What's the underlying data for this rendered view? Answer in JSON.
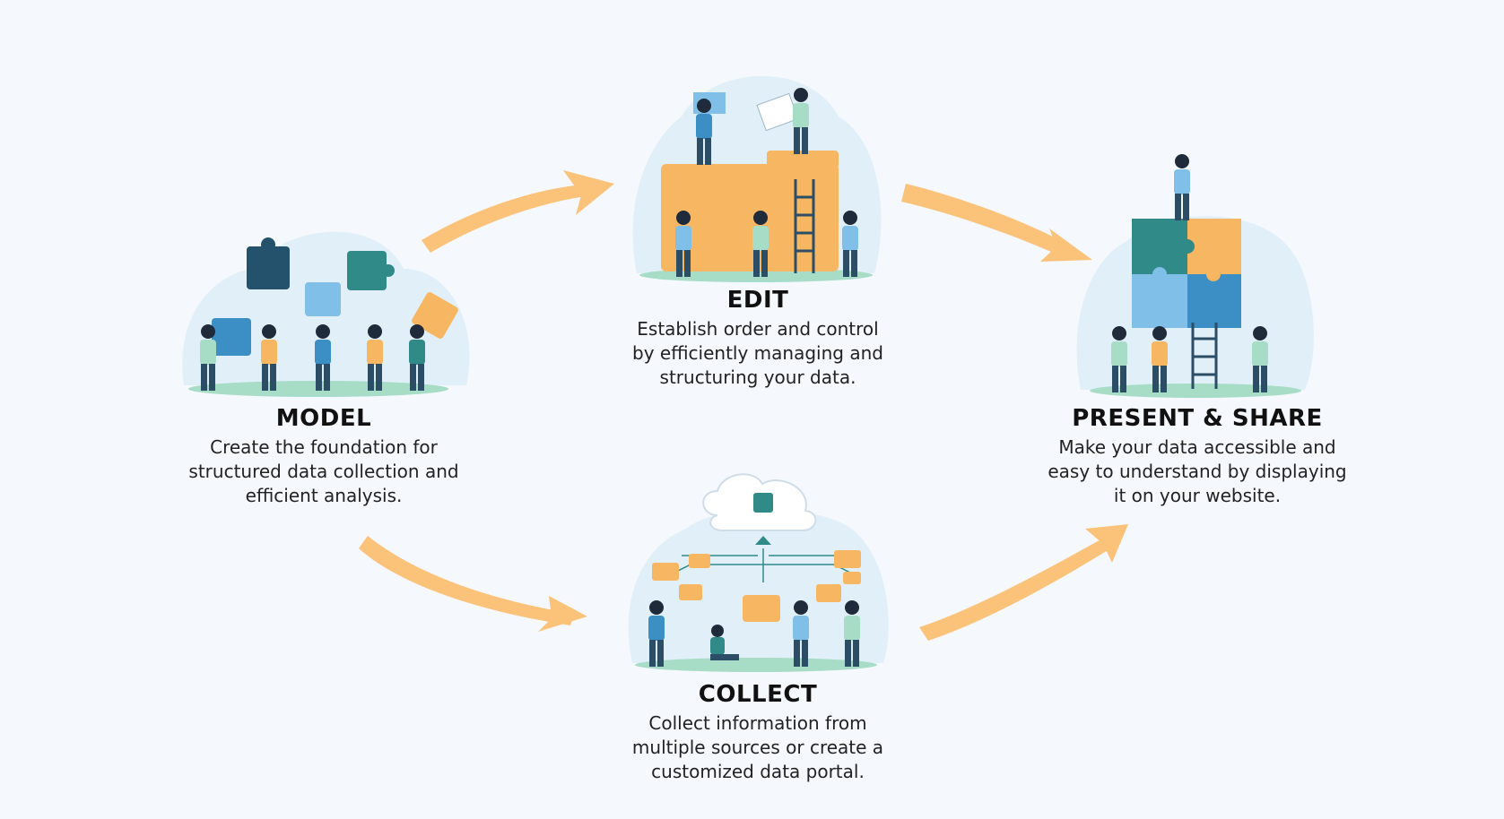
{
  "steps": {
    "model": {
      "title": "MODEL",
      "lines": [
        "Create the foundation for",
        "structured data collection and",
        "efficient analysis."
      ]
    },
    "edit": {
      "title": "EDIT",
      "lines": [
        "Establish order and control",
        "by efficiently managing and",
        "structuring your data."
      ]
    },
    "collect": {
      "title": "COLLECT",
      "lines": [
        "Collect information from",
        "multiple sources or create a",
        "customized data portal."
      ]
    },
    "present": {
      "title": "PRESENT & SHARE",
      "lines": [
        "Make your data accessible and",
        "easy to understand by displaying",
        "it on your website."
      ]
    }
  },
  "colors": {
    "background": "#f5f8fc",
    "arrow": "#fbc27a",
    "cloud": "#e1eff9",
    "ground": "#a7dcc6",
    "orange": "#f7b661",
    "teal": "#2f8a88",
    "navy": "#24516b",
    "lightblue": "#7fbfe8"
  }
}
